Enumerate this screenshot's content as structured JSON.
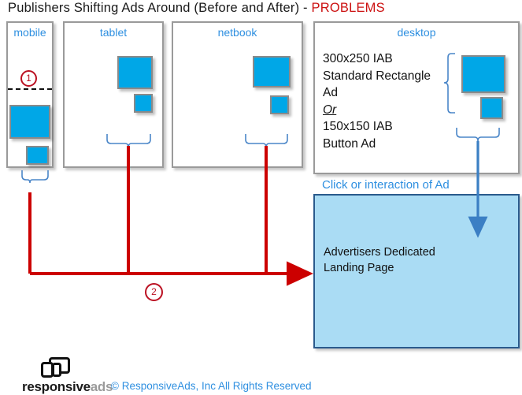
{
  "title": {
    "main": "Publishers  Shifting  Ads  Around  (Before and After)  - ",
    "highlight": "PROBLEMS"
  },
  "panels": [
    {
      "id": "mobile",
      "label": "mobile"
    },
    {
      "id": "tablet",
      "label": "tablet"
    },
    {
      "id": "netbook",
      "label": "netbook"
    },
    {
      "id": "desktop",
      "label": "desktop"
    }
  ],
  "desktop_copy": {
    "line1": "300x250 IAB",
    "line2": "Standard Rectangle",
    "line3": "Ad",
    "line4": "Or",
    "line5": "150x150 IAB",
    "line6": "Button Ad"
  },
  "markers": {
    "one": "1",
    "two": "2"
  },
  "landing": {
    "click_label": "Click or interaction of Ad",
    "line1": "Advertisers Dedicated",
    "line2": "Landing Page"
  },
  "footer": {
    "logo_primary": "responsive",
    "logo_secondary": "ads",
    "copyright": "© ResponsiveAds, Inc  All Rights Reserved"
  },
  "colors": {
    "ad_blue": "#00a7e7",
    "label_blue": "#2e8fe0",
    "landing_fill": "#aadcf4",
    "landing_border": "#2a5a8c",
    "problem_red": "#cc1111",
    "flow_red": "#cc0000",
    "brace_blue": "#4a86c8",
    "panel_border": "#9a9a9a"
  }
}
